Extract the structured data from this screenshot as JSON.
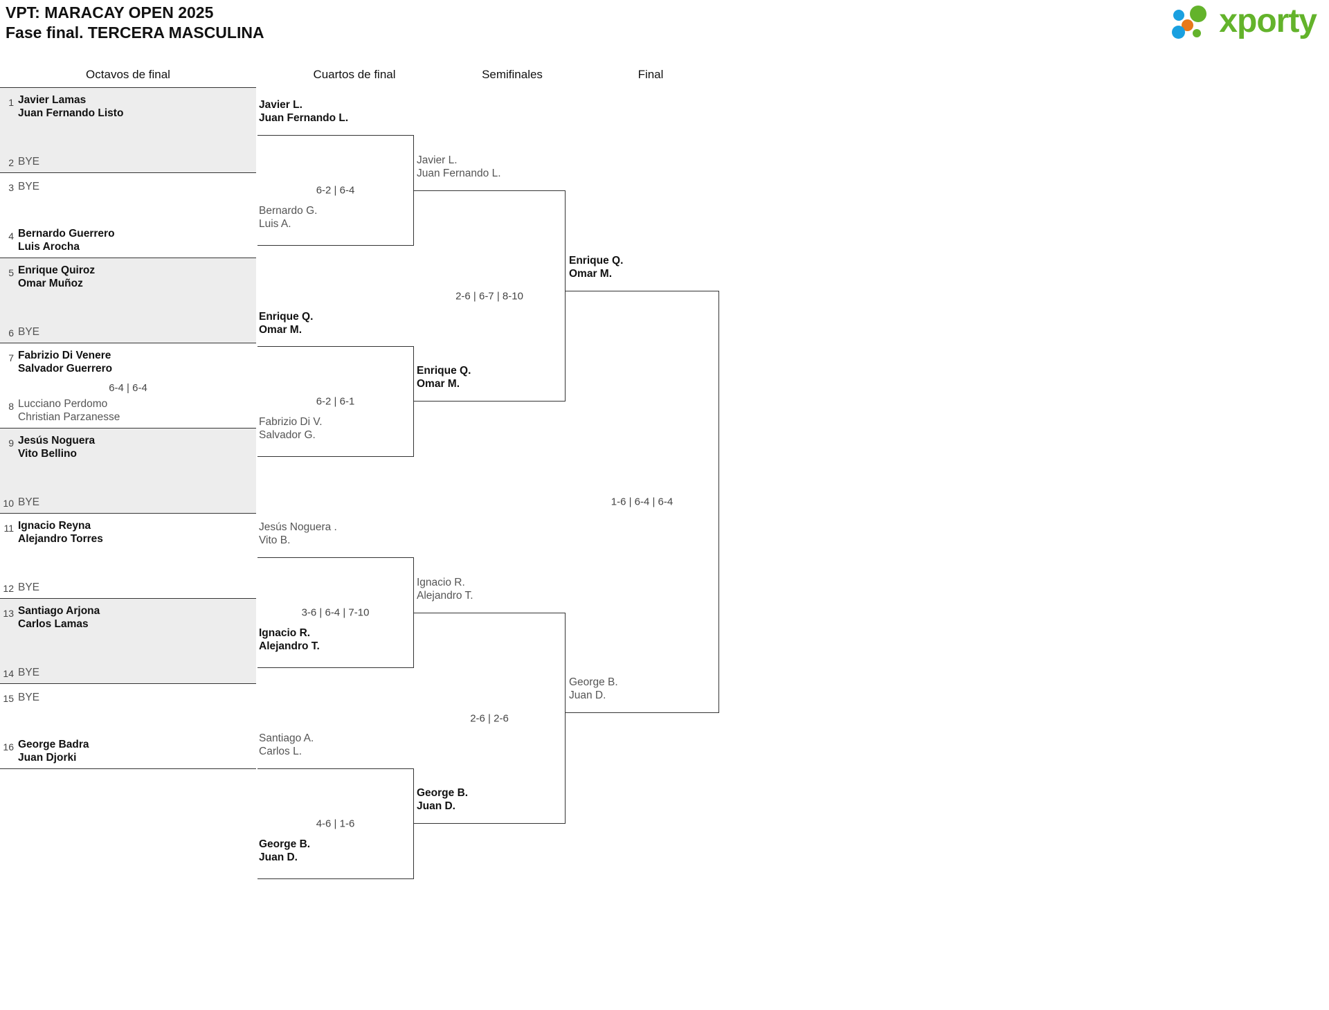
{
  "header": {
    "title_line1": "VPT: MARACAY OPEN 2025",
    "title_line2": "Fase final. TERCERA MASCULINA",
    "logo_word": "xporty",
    "logo_colors": {
      "blue": "#1aa0e0",
      "orange": "#e8791a",
      "green": "#63b32b"
    }
  },
  "rounds": [
    {
      "label": "Octavos de final"
    },
    {
      "label": "Cuartos de final"
    },
    {
      "label": "Semifinales"
    },
    {
      "label": "Final"
    }
  ],
  "round1": {
    "pairs": [
      {
        "shaded": true,
        "top": {
          "seed": "1",
          "line1": "Javier Lamas",
          "line2": "Juan Fernando Listo",
          "state": "winner",
          "bye": false
        },
        "bottom": {
          "seed": "2",
          "line1": "BYE",
          "line2": "",
          "state": "loser",
          "bye": true
        },
        "score": ""
      },
      {
        "shaded": false,
        "top": {
          "seed": "3",
          "line1": "BYE",
          "line2": "",
          "state": "loser",
          "bye": true
        },
        "bottom": {
          "seed": "4",
          "line1": "Bernardo Guerrero",
          "line2": "Luis Arocha",
          "state": "winner",
          "bye": false
        },
        "score": ""
      },
      {
        "shaded": true,
        "top": {
          "seed": "5",
          "line1": "Enrique Quiroz",
          "line2": "Omar Muñoz",
          "state": "winner",
          "bye": false
        },
        "bottom": {
          "seed": "6",
          "line1": "BYE",
          "line2": "",
          "state": "loser",
          "bye": true
        },
        "score": ""
      },
      {
        "shaded": false,
        "top": {
          "seed": "7",
          "line1": "Fabrizio Di Venere",
          "line2": "Salvador Guerrero",
          "state": "winner",
          "bye": false
        },
        "bottom": {
          "seed": "8",
          "line1": "Lucciano Perdomo",
          "line2": "Christian Parzanesse",
          "state": "loser",
          "bye": false
        },
        "score": "6-4 | 6-4"
      },
      {
        "shaded": true,
        "top": {
          "seed": "9",
          "line1": "Jesús Noguera",
          "line2": "Vito Bellino",
          "state": "winner",
          "bye": false
        },
        "bottom": {
          "seed": "10",
          "line1": "BYE",
          "line2": "",
          "state": "loser",
          "bye": true
        },
        "score": ""
      },
      {
        "shaded": false,
        "top": {
          "seed": "11",
          "line1": "Ignacio Reyna",
          "line2": "Alejandro Torres",
          "state": "winner",
          "bye": false
        },
        "bottom": {
          "seed": "12",
          "line1": "BYE",
          "line2": "",
          "state": "loser",
          "bye": true
        },
        "score": ""
      },
      {
        "shaded": true,
        "top": {
          "seed": "13",
          "line1": "Santiago Arjona",
          "line2": "Carlos Lamas",
          "state": "winner",
          "bye": false
        },
        "bottom": {
          "seed": "14",
          "line1": "BYE",
          "line2": "",
          "state": "loser",
          "bye": true
        },
        "score": ""
      },
      {
        "shaded": false,
        "top": {
          "seed": "15",
          "line1": "BYE",
          "line2": "",
          "state": "loser",
          "bye": true
        },
        "bottom": {
          "seed": "16",
          "line1": "George Badra",
          "line2": "Juan Djorki",
          "state": "winner",
          "bye": false
        },
        "score": ""
      }
    ]
  },
  "round2": {
    "matches": [
      {
        "top": {
          "line1": "Javier L.",
          "line2": "Juan Fernando L.",
          "state": "winner"
        },
        "bottom": {
          "line1": "Bernardo G.",
          "line2": "Luis A.",
          "state": "loser"
        },
        "score": "6-2 | 6-4"
      },
      {
        "top": {
          "line1": "Enrique Q.",
          "line2": "Omar M.",
          "state": "winner"
        },
        "bottom": {
          "line1": "Fabrizio Di V.",
          "line2": "Salvador G.",
          "state": "loser"
        },
        "score": "6-2 | 6-1"
      },
      {
        "top": {
          "line1": "Jesús Noguera .",
          "line2": "Vito B.",
          "state": "loser"
        },
        "bottom": {
          "line1": "Ignacio R.",
          "line2": "Alejandro T.",
          "state": "winner"
        },
        "score": "3-6 | 6-4 | 7-10"
      },
      {
        "top": {
          "line1": "Santiago A.",
          "line2": "Carlos L.",
          "state": "loser"
        },
        "bottom": {
          "line1": "George B.",
          "line2": "Juan D.",
          "state": "winner"
        },
        "score": "4-6 | 1-6"
      }
    ]
  },
  "round3": {
    "matches": [
      {
        "top": {
          "line1": "Javier L.",
          "line2": "Juan Fernando L.",
          "state": "loser"
        },
        "bottom": {
          "line1": "Enrique Q.",
          "line2": "Omar M.",
          "state": "winner"
        },
        "score": "2-6 | 6-7 | 8-10"
      },
      {
        "top": {
          "line1": "Ignacio R.",
          "line2": "Alejandro T.",
          "state": "loser"
        },
        "bottom": {
          "line1": "George B.",
          "line2": "Juan D.",
          "state": "winner"
        },
        "score": "2-6 | 2-6"
      }
    ]
  },
  "round4": {
    "matches": [
      {
        "top": {
          "line1": "Enrique Q.",
          "line2": "Omar M.",
          "state": "winner"
        },
        "bottom": {
          "line1": "George B.",
          "line2": "Juan D.",
          "state": "loser"
        },
        "score": "1-6 | 6-4 | 6-4"
      }
    ]
  }
}
